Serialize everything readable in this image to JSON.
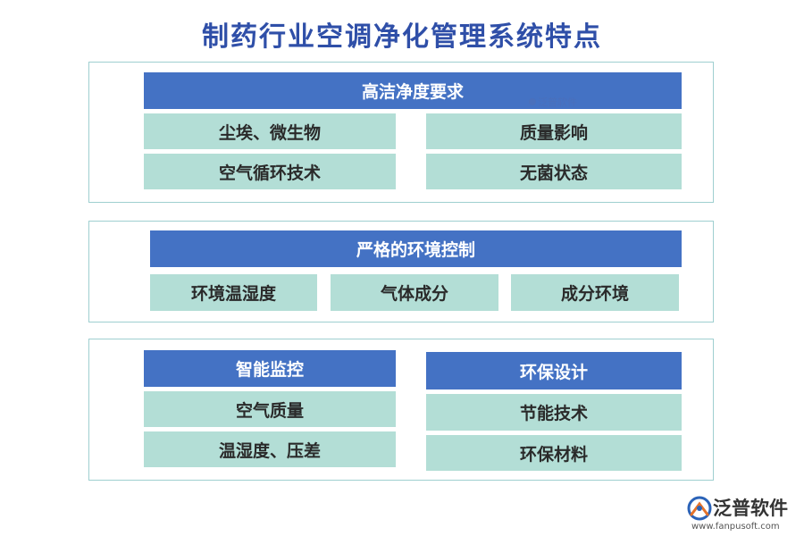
{
  "title": "制药行业空调净化管理系统特点",
  "section1": {
    "header": "高洁净度要求",
    "cells": [
      "尘埃、微生物",
      "质量影响",
      "空气循环技术",
      "无菌状态"
    ]
  },
  "section2": {
    "header": "严格的环境控制",
    "cells": [
      "环境温湿度",
      "气体成分",
      "成分环境"
    ]
  },
  "section3": {
    "left": {
      "header": "智能监控",
      "cells": [
        "空气质量",
        "温湿度、压差"
      ]
    },
    "right": {
      "header": "环保设计",
      "cells": [
        "节能技术",
        "环保材料"
      ]
    }
  },
  "watermark": {
    "text": "泛普软件"
  },
  "brand": {
    "name": "泛普软件",
    "url": "www.fanpusoft.com"
  },
  "colors": {
    "header_bg": "#4472c4",
    "cell_bg": "#b3ded6",
    "panel_border": "#9fcfd0",
    "title": "#2f4fa8"
  }
}
